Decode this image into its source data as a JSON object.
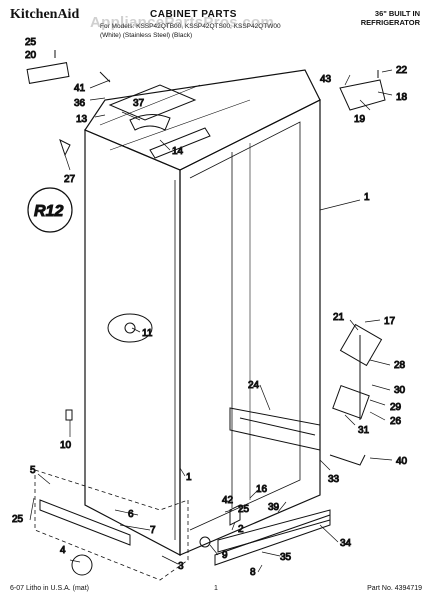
{
  "header": {
    "brand": "KitchenAid",
    "title": "CABINET PARTS",
    "models_line1": "For Models: KSSP42QTB00, KSSP42QTS00, KSSP42QTW00",
    "models_line2": "(White)     (Stainless Steel)     (Black)",
    "subtitle_line1": "36\" BUILT IN",
    "subtitle_line2": "REFRIGERATOR"
  },
  "watermark": "AppliancePartsPros.com",
  "logo_text": "R12",
  "callouts": [
    "25",
    "20",
    "41",
    "36",
    "37",
    "13",
    "14",
    "27",
    "1",
    "43",
    "22",
    "18",
    "19",
    "11",
    "10",
    "17",
    "21",
    "28",
    "30",
    "24",
    "29",
    "26",
    "31",
    "40",
    "33",
    "5",
    "6",
    "7",
    "25",
    "4",
    "3",
    "9",
    "16",
    "25",
    "42",
    "39",
    "34",
    "35",
    "2",
    "8",
    "1"
  ],
  "footer": {
    "left": "6-07 Litho in U.S.A. (mat)",
    "center": "1",
    "right": "Part No. 4394719"
  },
  "colors": {
    "line": "#111111",
    "background": "#ffffff"
  }
}
